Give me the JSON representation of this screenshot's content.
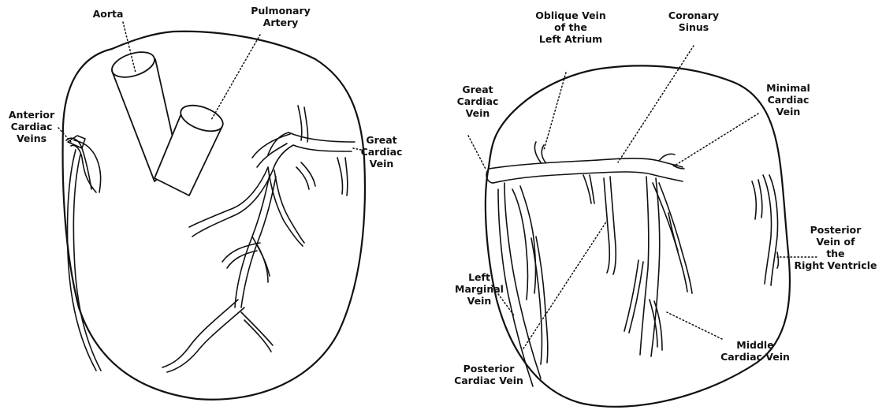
{
  "anterior_view": {
    "labels": {
      "aorta": [
        "Aorta"
      ],
      "pulmonary_artery": [
        "Pulmonary",
        "Artery"
      ],
      "anterior_cardiac_veins": [
        "Anterior",
        "Cardiac",
        "Veins"
      ],
      "great_cardiac_vein": [
        "Great",
        "Cardiac",
        "Vein"
      ]
    }
  },
  "posterior_view": {
    "labels": {
      "oblique_vein": [
        "Oblique Vein",
        "of the",
        "Left Atrium"
      ],
      "coronary_sinus": [
        "Coronary",
        "Sinus"
      ],
      "great_cardiac_vein": [
        "Great",
        "Cardiac",
        "Vein"
      ],
      "minimal_cardiac_vein": [
        "Minimal",
        "Cardiac",
        "Vein"
      ],
      "posterior_vein_right_ventricle": [
        "Posterior",
        "Vein of",
        "the",
        "Right Ventricle"
      ],
      "left_marginal_vein": [
        "Left",
        "Marginal",
        "Vein"
      ],
      "middle_cardiac_vein": [
        "Middle",
        "Cardiac Vein"
      ],
      "posterior_cardiac_vein": [
        "Posterior",
        "Cardiac Vein"
      ]
    }
  }
}
